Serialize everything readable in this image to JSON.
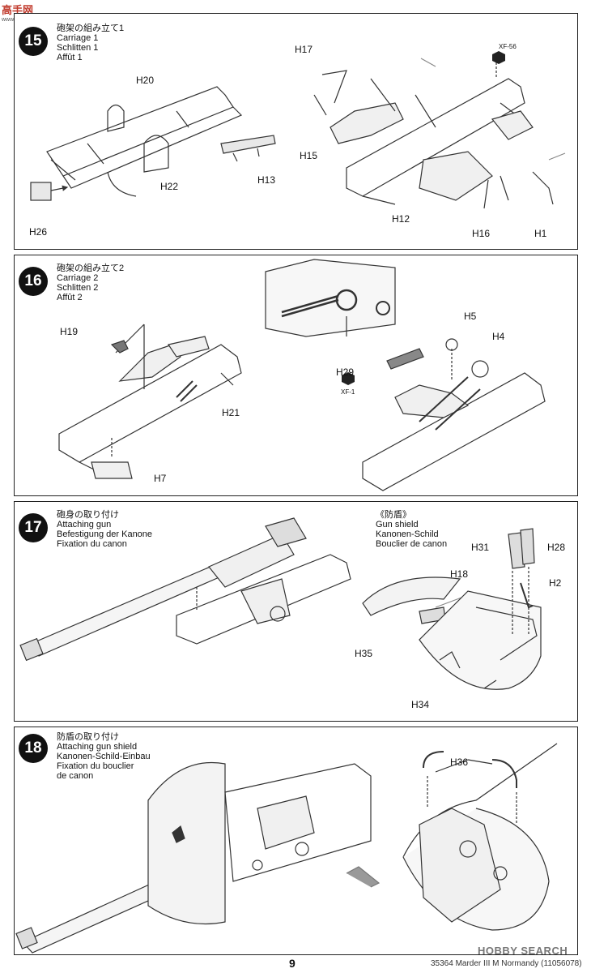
{
  "watermark_top": {
    "brand": "高手网",
    "url": "www.ssgo-shop.com"
  },
  "watermark_bottom": "HOBBY SEARCH",
  "steps": [
    {
      "number": "15",
      "title_jp": "砲架の組み立て1",
      "title_en": "Carriage 1",
      "title_de": "Schlitten 1",
      "title_fr": "Affût 1",
      "parts": [
        "H20",
        "H22",
        "H13",
        "H26",
        "H17",
        "H15",
        "H12",
        "H16",
        "H1"
      ],
      "paint": "XF-56"
    },
    {
      "number": "16",
      "title_jp": "砲架の組み立て2",
      "title_en": "Carriage 2",
      "title_de": "Schlitten 2",
      "title_fr": "Affût 2",
      "parts": [
        "H19",
        "H21",
        "H7",
        "H5",
        "H4",
        "H29"
      ],
      "paint": "XF-1"
    },
    {
      "number": "17",
      "title_jp": "砲身の取り付け",
      "title_en": "Attaching gun",
      "title_de": "Befestigung der Kanone",
      "title_fr": "Fixation du canon",
      "sub_jp": "《防盾》",
      "sub_en": "Gun shield",
      "sub_de": "Kanonen-Schild",
      "sub_fr": "Bouclier de canon",
      "parts": [
        "H31",
        "H28",
        "H18",
        "H2",
        "H35",
        "H34"
      ]
    },
    {
      "number": "18",
      "title_jp": "防盾の取り付け",
      "title_en": "Attaching gun shield",
      "title_de": "Kanonen-Schild-Einbau",
      "title_fr1": "Fixation du bouclier",
      "title_fr2": "de canon",
      "parts": [
        "H36"
      ]
    }
  ],
  "footer": {
    "page_number": "9",
    "code": "35364  Marder III M Normandy (11056078)"
  }
}
